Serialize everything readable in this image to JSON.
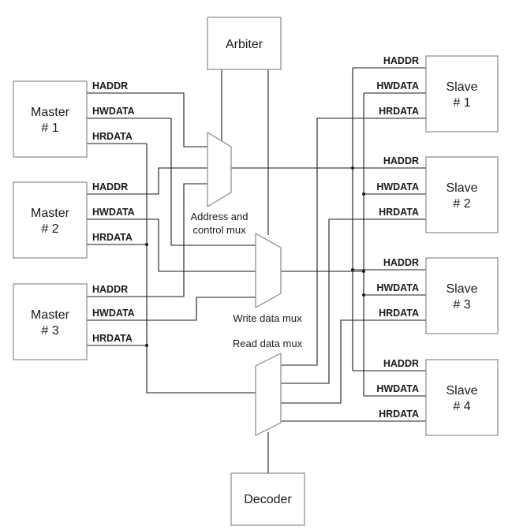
{
  "blocks": {
    "arbiter": "Arbiter",
    "decoder": "Decoder",
    "masters": [
      {
        "line1": "Master",
        "line2": "# 1"
      },
      {
        "line1": "Master",
        "line2": "# 2"
      },
      {
        "line1": "Master",
        "line2": "# 3"
      }
    ],
    "slaves": [
      {
        "line1": "Slave",
        "line2": "# 1"
      },
      {
        "line1": "Slave",
        "line2": "# 2"
      },
      {
        "line1": "Slave",
        "line2": "# 3"
      },
      {
        "line1": "Slave",
        "line2": "# 4"
      }
    ]
  },
  "signals": {
    "haddr": "HADDR",
    "hwdata": "HWDATA",
    "hrdata": "HRDATA"
  },
  "muxes": {
    "address": {
      "line1": "Address and",
      "line2": "control mux"
    },
    "write": "Write data mux",
    "read": "Read data mux"
  },
  "colors": {
    "wire": "#1a1a1a",
    "box_border": "#8a8a8a",
    "background": "#ffffff"
  }
}
